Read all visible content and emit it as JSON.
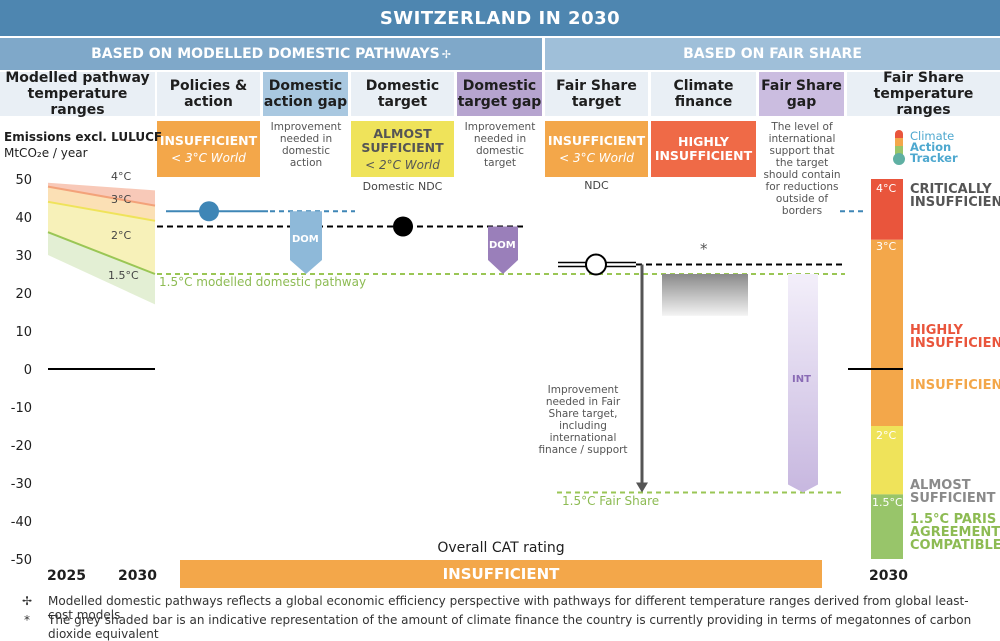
{
  "title": "SWITZERLAND IN 2030",
  "sections": {
    "modelled": "BASED ON MODELLED DOMESTIC PATHWAYS",
    "modelled_mark": "✢",
    "fair": "BASED ON FAIR SHARE"
  },
  "columns": {
    "modelled_ranges": "Modelled pathway temperature ranges",
    "policies": "Policies & action",
    "dom_action_gap": "Domestic action gap",
    "dom_target": "Domestic target",
    "dom_target_gap": "Domestic target gap",
    "fs_target": "Fair Share target",
    "finance": "Climate finance",
    "fs_gap": "Fair Share gap",
    "fs_ranges": "Fair Share temperature ranges"
  },
  "ratings": {
    "policies": {
      "label": "INSUFFICIENT",
      "sub": "< 3°C World"
    },
    "dom_target": {
      "label1": "ALMOST",
      "label2": "SUFFICIENT",
      "sub": "< 2°C World"
    },
    "fs_target": {
      "label": "INSUFFICIENT",
      "sub": "< 3°C World"
    },
    "finance": {
      "label1": "HIGHLY",
      "label2": "INSUFFICIENT"
    }
  },
  "notes": {
    "dom_action_gap": "Improvement needed in domestic action",
    "dom_target_gap": "Improvement needed in domestic target",
    "dom_ndc": "Domestic NDC",
    "ndc": "NDC",
    "fs_gap": "The level of international support that the target should contain for reductions outside of borders",
    "fs_improve": "Improvement needed in Fair Share target, including international finance / support",
    "asterisk": "*"
  },
  "gap_labels": {
    "dom": "DOM",
    "int": "INT"
  },
  "y_axis": {
    "label_line1": "Emissions excl. LULUCF",
    "label_line2": "MtCO₂e / year",
    "ticks": [
      "50",
      "40",
      "30",
      "20",
      "10",
      "0",
      "-10",
      "-20",
      "-30",
      "-40",
      "-50"
    ]
  },
  "x_labels": {
    "left_start": "2025",
    "left_end": "2030",
    "right": "2030"
  },
  "pathway_labels": [
    "4°C",
    "3°C",
    "2°C",
    "1.5°C"
  ],
  "line_labels": {
    "domestic": "1.5°C modelled domestic pathway",
    "fair": "1.5°C Fair Share"
  },
  "scale_labels": [
    "4°C",
    "3°C",
    "2°C",
    "1.5°C"
  ],
  "categories": {
    "critical": "CRITICALLY INSUFFICIENT",
    "highly": "HIGHLY INSUFFICIENT",
    "insufficient": "INSUFFICIENT",
    "almost": "ALMOST SUFFICIENT",
    "paris": "1.5°C PARIS AGREEMENT COMPATIBLE"
  },
  "logo": {
    "l1": "Climate",
    "l2": "Action",
    "l3": "Tracker"
  },
  "overall": {
    "label": "Overall CAT rating",
    "value": "INSUFFICIENT"
  },
  "footnotes": [
    {
      "mark": "✢",
      "text": "Modelled domestic pathways reflects a global economic efficiency perspective with pathways for different temperature ranges derived from global least-cost models"
    },
    {
      "mark": "*",
      "text": "The grey shaded bar is an indicative representation of the amount of climate finance the country is currently providing in terms of megatonnes of carbon dioxide equivalent"
    }
  ],
  "colors": {
    "banner": "#4e86b0",
    "section_modelled": "#7fa8c9",
    "section_fair": "#9fbfd9",
    "insufficient": "#f3a74a",
    "almost": "#efe35a",
    "highly": "#ef6a47",
    "critical": "#e9553c",
    "paris": "#98c56a",
    "dom_gap": "#8eb9d9",
    "dom_target_gap": "#9a7fba",
    "int_gap": "#cbbde0",
    "pathway_green": "#9ac655",
    "dot_blue": "#3f86b6"
  },
  "chart_data": {
    "type": "range",
    "ylim": [
      -50,
      50
    ],
    "y_ticks": [
      50,
      40,
      30,
      20,
      10,
      0,
      -10,
      -20,
      -30,
      -40,
      -50
    ],
    "modelled_pathways": {
      "x": [
        2025,
        2030
      ],
      "boundaries": {
        "top": [
          49,
          47
        ],
        "4C_3C": [
          48,
          43
        ],
        "3C_2C": [
          44,
          39
        ],
        "2C_1.5C": [
          36,
          25
        ],
        "bottom": [
          30,
          17
        ]
      }
    },
    "policies_and_action": 41.5,
    "domestic_target": 37.5,
    "fair_share_target": 27.5,
    "modelled_1_5C_domestic": 25,
    "fair_share_1_5C": -32.5,
    "climate_finance_bar": [
      25,
      14
    ],
    "fair_share_ranges": {
      "4C": [
        50,
        34
      ],
      "3C": [
        34,
        -15
      ],
      "2C": [
        -15,
        -33
      ],
      "1.5C": [
        -33,
        -50
      ]
    }
  }
}
